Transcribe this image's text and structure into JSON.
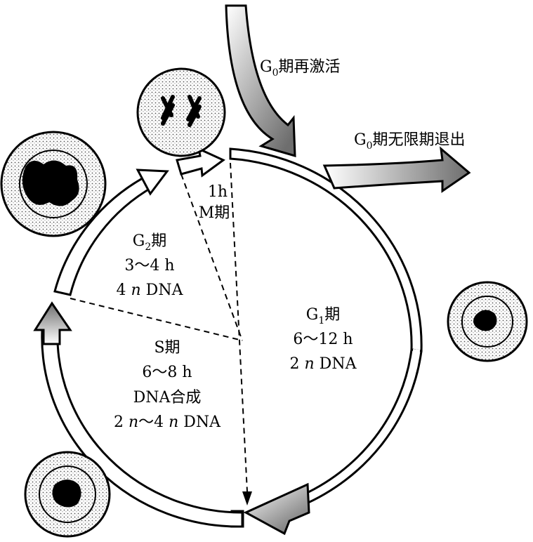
{
  "labels": {
    "g0_reactivate": {
      "prefix": "G",
      "sub": "0",
      "text": "期再激活"
    },
    "g0_exit": {
      "prefix": "G",
      "sub": "0",
      "text": "期无限期退出"
    },
    "m_duration": "1h",
    "m_phase": "M期",
    "g2_title": {
      "prefix": "G",
      "sub": "2",
      "text": "期"
    },
    "g2_time": "3～4 h",
    "g2_dna": {
      "num": "4 ",
      "n": "n",
      "rest": " DNA"
    },
    "s_title": "S期",
    "s_time": "6～8 h",
    "s_desc": "DNA合成",
    "s_dna": {
      "a": "2 ",
      "n1": "n",
      "b": "～4 ",
      "n2": "n",
      "c": " DNA"
    },
    "g1_title": {
      "prefix": "G",
      "sub": "1",
      "text": "期"
    },
    "g1_time": "6～12 h",
    "g1_dna": {
      "num": "2 ",
      "n": "n",
      "rest": " DNA"
    }
  },
  "colors": {
    "ink": "#000000",
    "paper": "#ffffff",
    "arrow_gray": "#8a8a8a",
    "stipple": "#555555"
  }
}
